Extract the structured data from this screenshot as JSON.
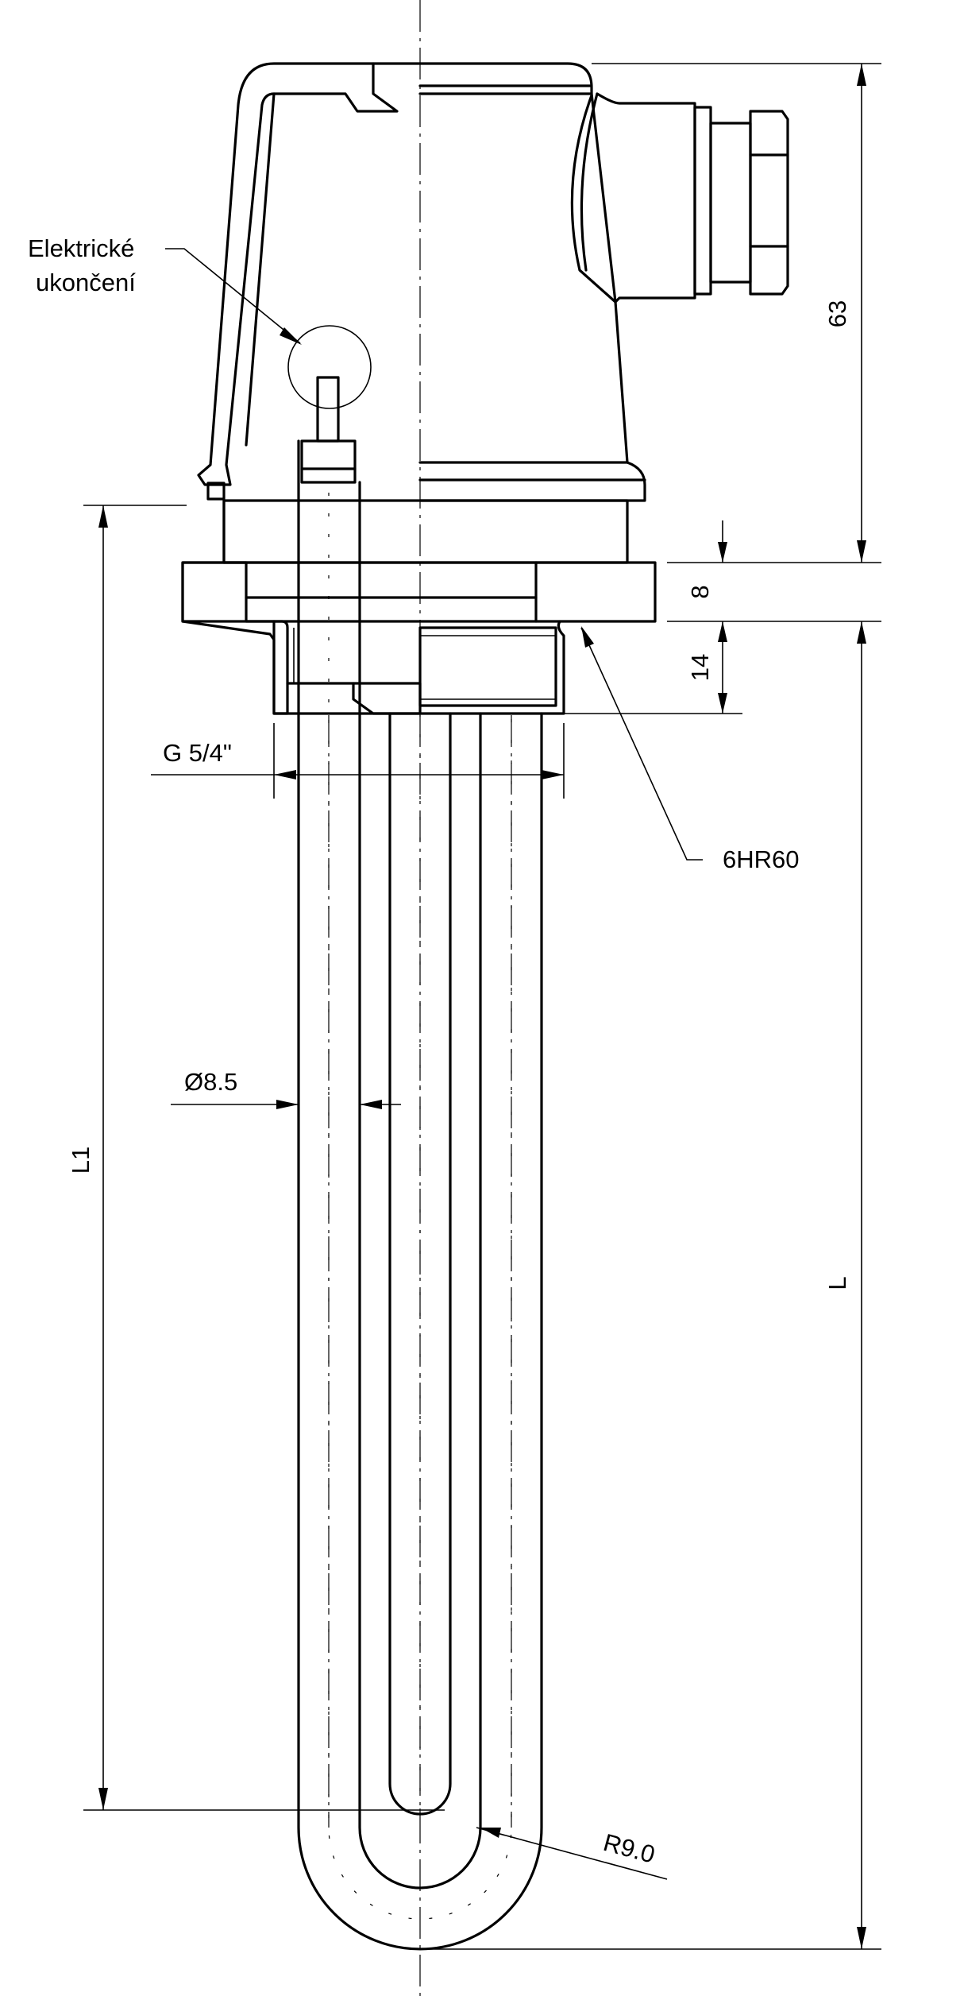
{
  "drawing": {
    "callouts": {
      "electric_termination_line1": "Elektrické",
      "electric_termination_line2": "ukončení",
      "o_ring": "6HR60"
    },
    "dimensions": {
      "head_height": "63",
      "flange_thickness": "8",
      "thread_length": "14",
      "overall_length": "L",
      "heated_length": "L1",
      "thread": "G 5/4\"",
      "tube_diameter": "Ø8.5",
      "bend_radius": "R9.0"
    }
  }
}
